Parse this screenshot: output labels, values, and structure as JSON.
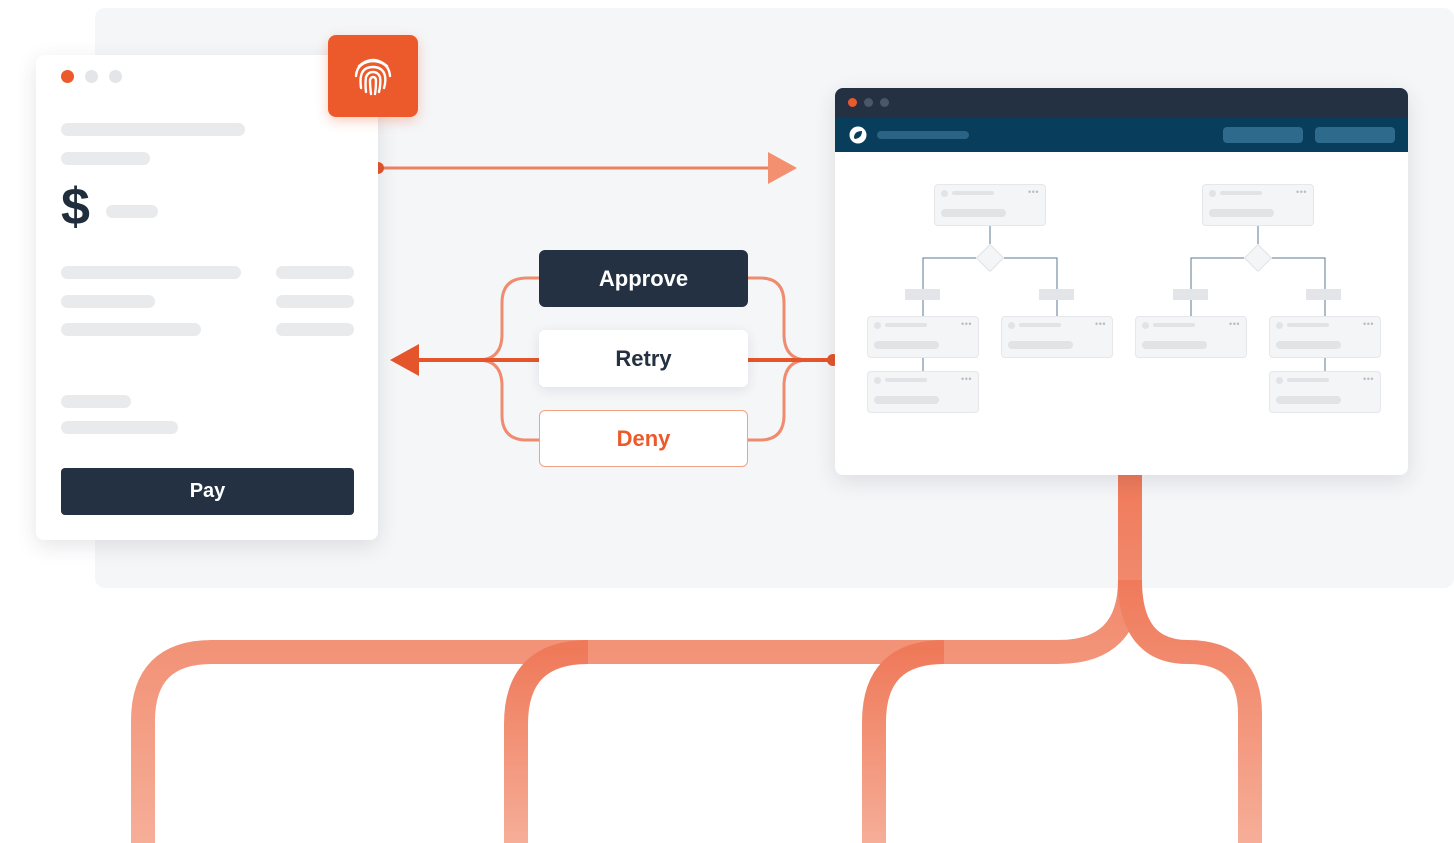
{
  "decisions": {
    "approve_label": "Approve",
    "retry_label": "Retry",
    "deny_label": "Deny"
  },
  "payment_window": {
    "currency_symbol": "$",
    "pay_label": "Pay"
  },
  "icons": {
    "biometric": "fingerprint-icon",
    "app_logo": "leaf-logo-icon"
  },
  "colors": {
    "accent_orange": "#ec5a2b",
    "navy": "#233143",
    "app_header": "#093d5c",
    "wire": "#f0846a"
  }
}
